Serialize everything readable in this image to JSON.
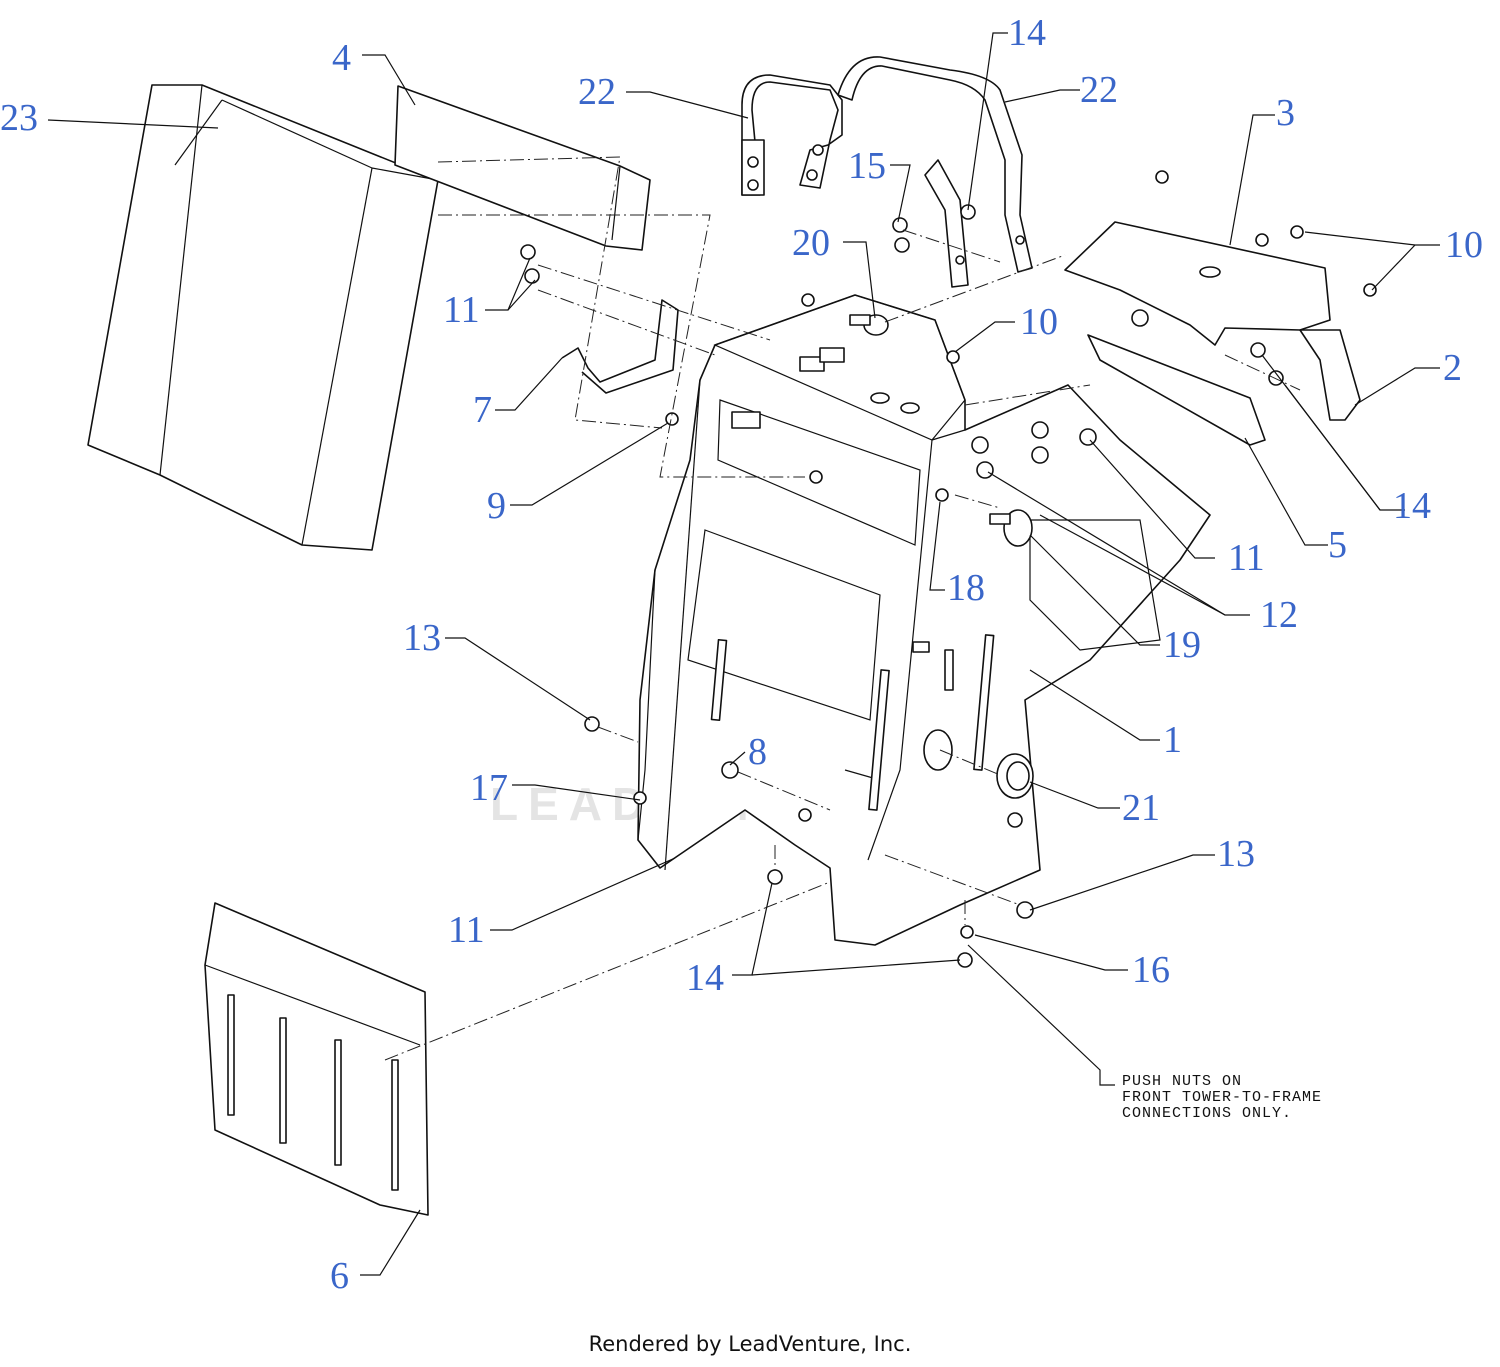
{
  "diagram": {
    "callouts": [
      {
        "id": "23",
        "label": "23"
      },
      {
        "id": "4",
        "label": "4"
      },
      {
        "id": "22a",
        "label": "22"
      },
      {
        "id": "14a",
        "label": "14"
      },
      {
        "id": "22b",
        "label": "22"
      },
      {
        "id": "3",
        "label": "3"
      },
      {
        "id": "15",
        "label": "15"
      },
      {
        "id": "20",
        "label": "20"
      },
      {
        "id": "10a",
        "label": "10"
      },
      {
        "id": "10b",
        "label": "10"
      },
      {
        "id": "11a",
        "label": "11"
      },
      {
        "id": "2",
        "label": "2"
      },
      {
        "id": "7",
        "label": "7"
      },
      {
        "id": "14b",
        "label": "14"
      },
      {
        "id": "9",
        "label": "9"
      },
      {
        "id": "5",
        "label": "5"
      },
      {
        "id": "11b",
        "label": "11"
      },
      {
        "id": "18",
        "label": "18"
      },
      {
        "id": "12",
        "label": "12"
      },
      {
        "id": "13a",
        "label": "13"
      },
      {
        "id": "19",
        "label": "19"
      },
      {
        "id": "1",
        "label": "1"
      },
      {
        "id": "8",
        "label": "8"
      },
      {
        "id": "17",
        "label": "17"
      },
      {
        "id": "21",
        "label": "21"
      },
      {
        "id": "13b",
        "label": "13"
      },
      {
        "id": "11c",
        "label": "11"
      },
      {
        "id": "16",
        "label": "16"
      },
      {
        "id": "14c",
        "label": "14"
      },
      {
        "id": "6",
        "label": "6"
      }
    ],
    "note_lines": [
      "PUSH NUTS ON",
      "FRONT TOWER-TO-FRAME",
      "CONNECTIONS ONLY."
    ],
    "watermark": "LEADVENTURE",
    "label_color": "#3a66c9"
  },
  "footer": {
    "credit": "Rendered by LeadVenture, Inc."
  }
}
